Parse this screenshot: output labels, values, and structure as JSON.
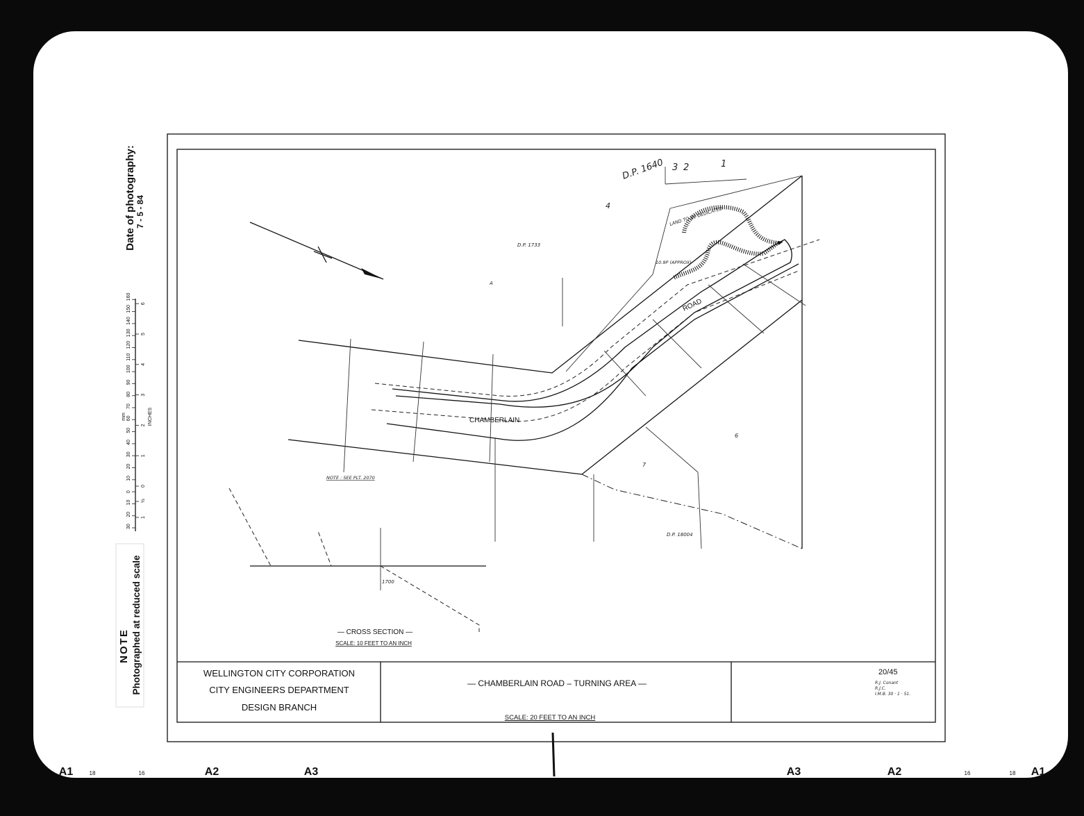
{
  "note": {
    "title": "NOTE",
    "text": "Photographed at reduced scale"
  },
  "date_label": "Date of photography:",
  "date_value": "7 - 5 - 84",
  "scale_bar": {
    "mm_label": "mm",
    "inches_label": "INCHES",
    "mm_ticks": [
      "30",
      "20",
      "10",
      "0",
      "10",
      "20",
      "30",
      "40",
      "50",
      "60",
      "70",
      "80",
      "90",
      "100",
      "110",
      "120",
      "130",
      "140",
      "150",
      "160"
    ],
    "inch_ticks": [
      "1",
      "½",
      "0",
      "1",
      "2",
      "3",
      "4",
      "5",
      "6"
    ]
  },
  "title_block": {
    "org_line1": "WELLINGTON  CITY  CORPORATION",
    "org_line2": "CITY  ENGINEERS  DEPARTMENT",
    "org_line3": "DESIGN  BRANCH",
    "title": "— CHAMBERLAIN  ROAD  –  TURNING  AREA —",
    "scale": "SCALE:  20 FEET  TO  AN  INCH",
    "drawing_number": "20/45",
    "signatures": [
      "R.J. Conant",
      "R.J.C.",
      "I.M.B.    30 · 1 · 51."
    ]
  },
  "cross_section": {
    "title": "— CROSS  SECTION —",
    "scale": "SCALE:  10 FEET  TO  AN  INCH",
    "level": "1700"
  },
  "plan_labels": {
    "dp1640": "D.P. 1640",
    "lot3": "3",
    "lot2": "2",
    "lot1": "1",
    "lot4": "4",
    "lotA": "A",
    "dp1733": "D.P. 1733",
    "land": "LAND  TO  BE  DEDICATED",
    "area": "10.9P (APPROX)",
    "road": "ROAD",
    "chamberlain": "CHAMBERLAIN",
    "note_see": "NOTE : SEE  PLT. 2070",
    "dp18004": "D.P. 18004",
    "lot6": "6",
    "lot7": "7"
  },
  "bottom_markers": [
    "A1",
    "18",
    "16",
    "A2",
    "A3",
    "A3",
    "A2",
    "16",
    "18",
    "A1"
  ]
}
